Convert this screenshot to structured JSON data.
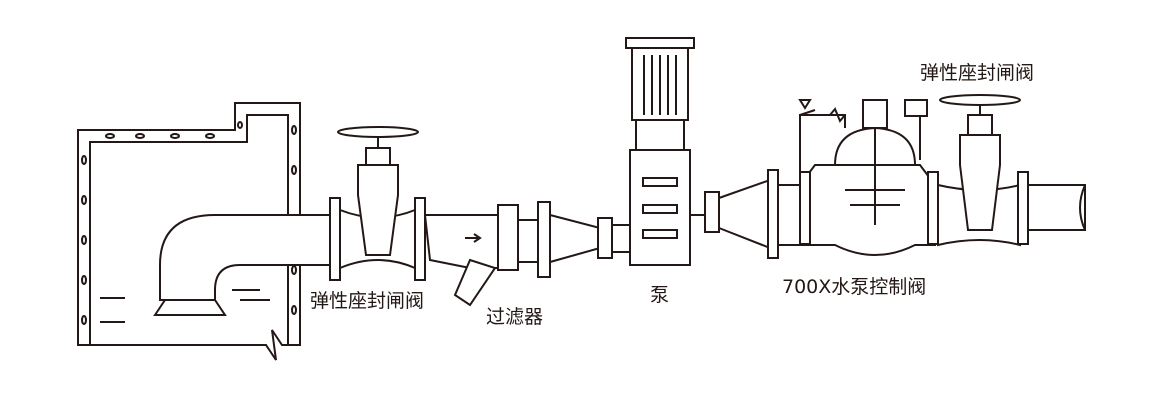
{
  "title": "700X水泵控制阀安装示意图",
  "labels": {
    "gate_valve_inlet": "弹性座封闸阀",
    "strainer": "过滤器",
    "pump": "泵",
    "control_valve": "700X水泵控制阀",
    "gate_valve_outlet": "弹性座封闸阀"
  },
  "colors": {
    "line": "#231815",
    "background": "#ffffff"
  }
}
